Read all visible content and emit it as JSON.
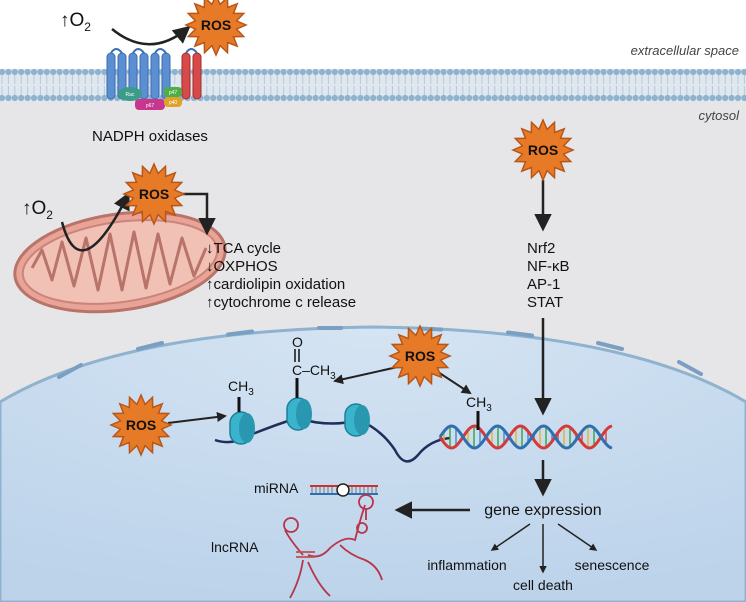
{
  "regions": {
    "extracellular": "extracellular space",
    "cytosol": "cytosol"
  },
  "membrane": {
    "o2_label": "↑O",
    "o2_sub": "2",
    "ros": "ROS",
    "complex_label": "NADPH oxidases",
    "subunits": [
      "Rac",
      "p67",
      "p47",
      "p40"
    ]
  },
  "mitochondria": {
    "o2_label": "↑O",
    "o2_sub": "2",
    "ros": "ROS",
    "effects": [
      "↓TCA cycle",
      "↓OXPHOS",
      "↑cardiolipin oxidation",
      "↑cytochrome c release"
    ]
  },
  "signaling": {
    "ros": "ROS",
    "factors": [
      "Nrf2",
      "NF-κB",
      "AP-1",
      "STAT"
    ]
  },
  "nucleus": {
    "ros_top": "ROS",
    "ros_left": "ROS",
    "methyl_histone": "CH",
    "methyl_histone_sub": "3",
    "acetyl_o": "O",
    "acetyl_group": "C–CH",
    "acetyl_sub": "3",
    "methyl_dna": "CH",
    "methyl_dna_sub": "3",
    "gene_expression": "gene expression",
    "mirna": "miRNA",
    "lncrna": "lncRNA",
    "outcomes": [
      "inflammation",
      "cell death",
      "senescence"
    ]
  },
  "colors": {
    "ros_fill": "#e77a26",
    "ros_stroke": "#b8561a",
    "membrane_blue": "#8fb2cf",
    "nucleus_fill": "#c9dcef",
    "cytosol_fill": "#e4e4e6",
    "mito_fill": "#e8a79b",
    "histone": "#3ab3cd",
    "dna_red": "#d33a3a",
    "dna_blue": "#2f6fb0"
  }
}
